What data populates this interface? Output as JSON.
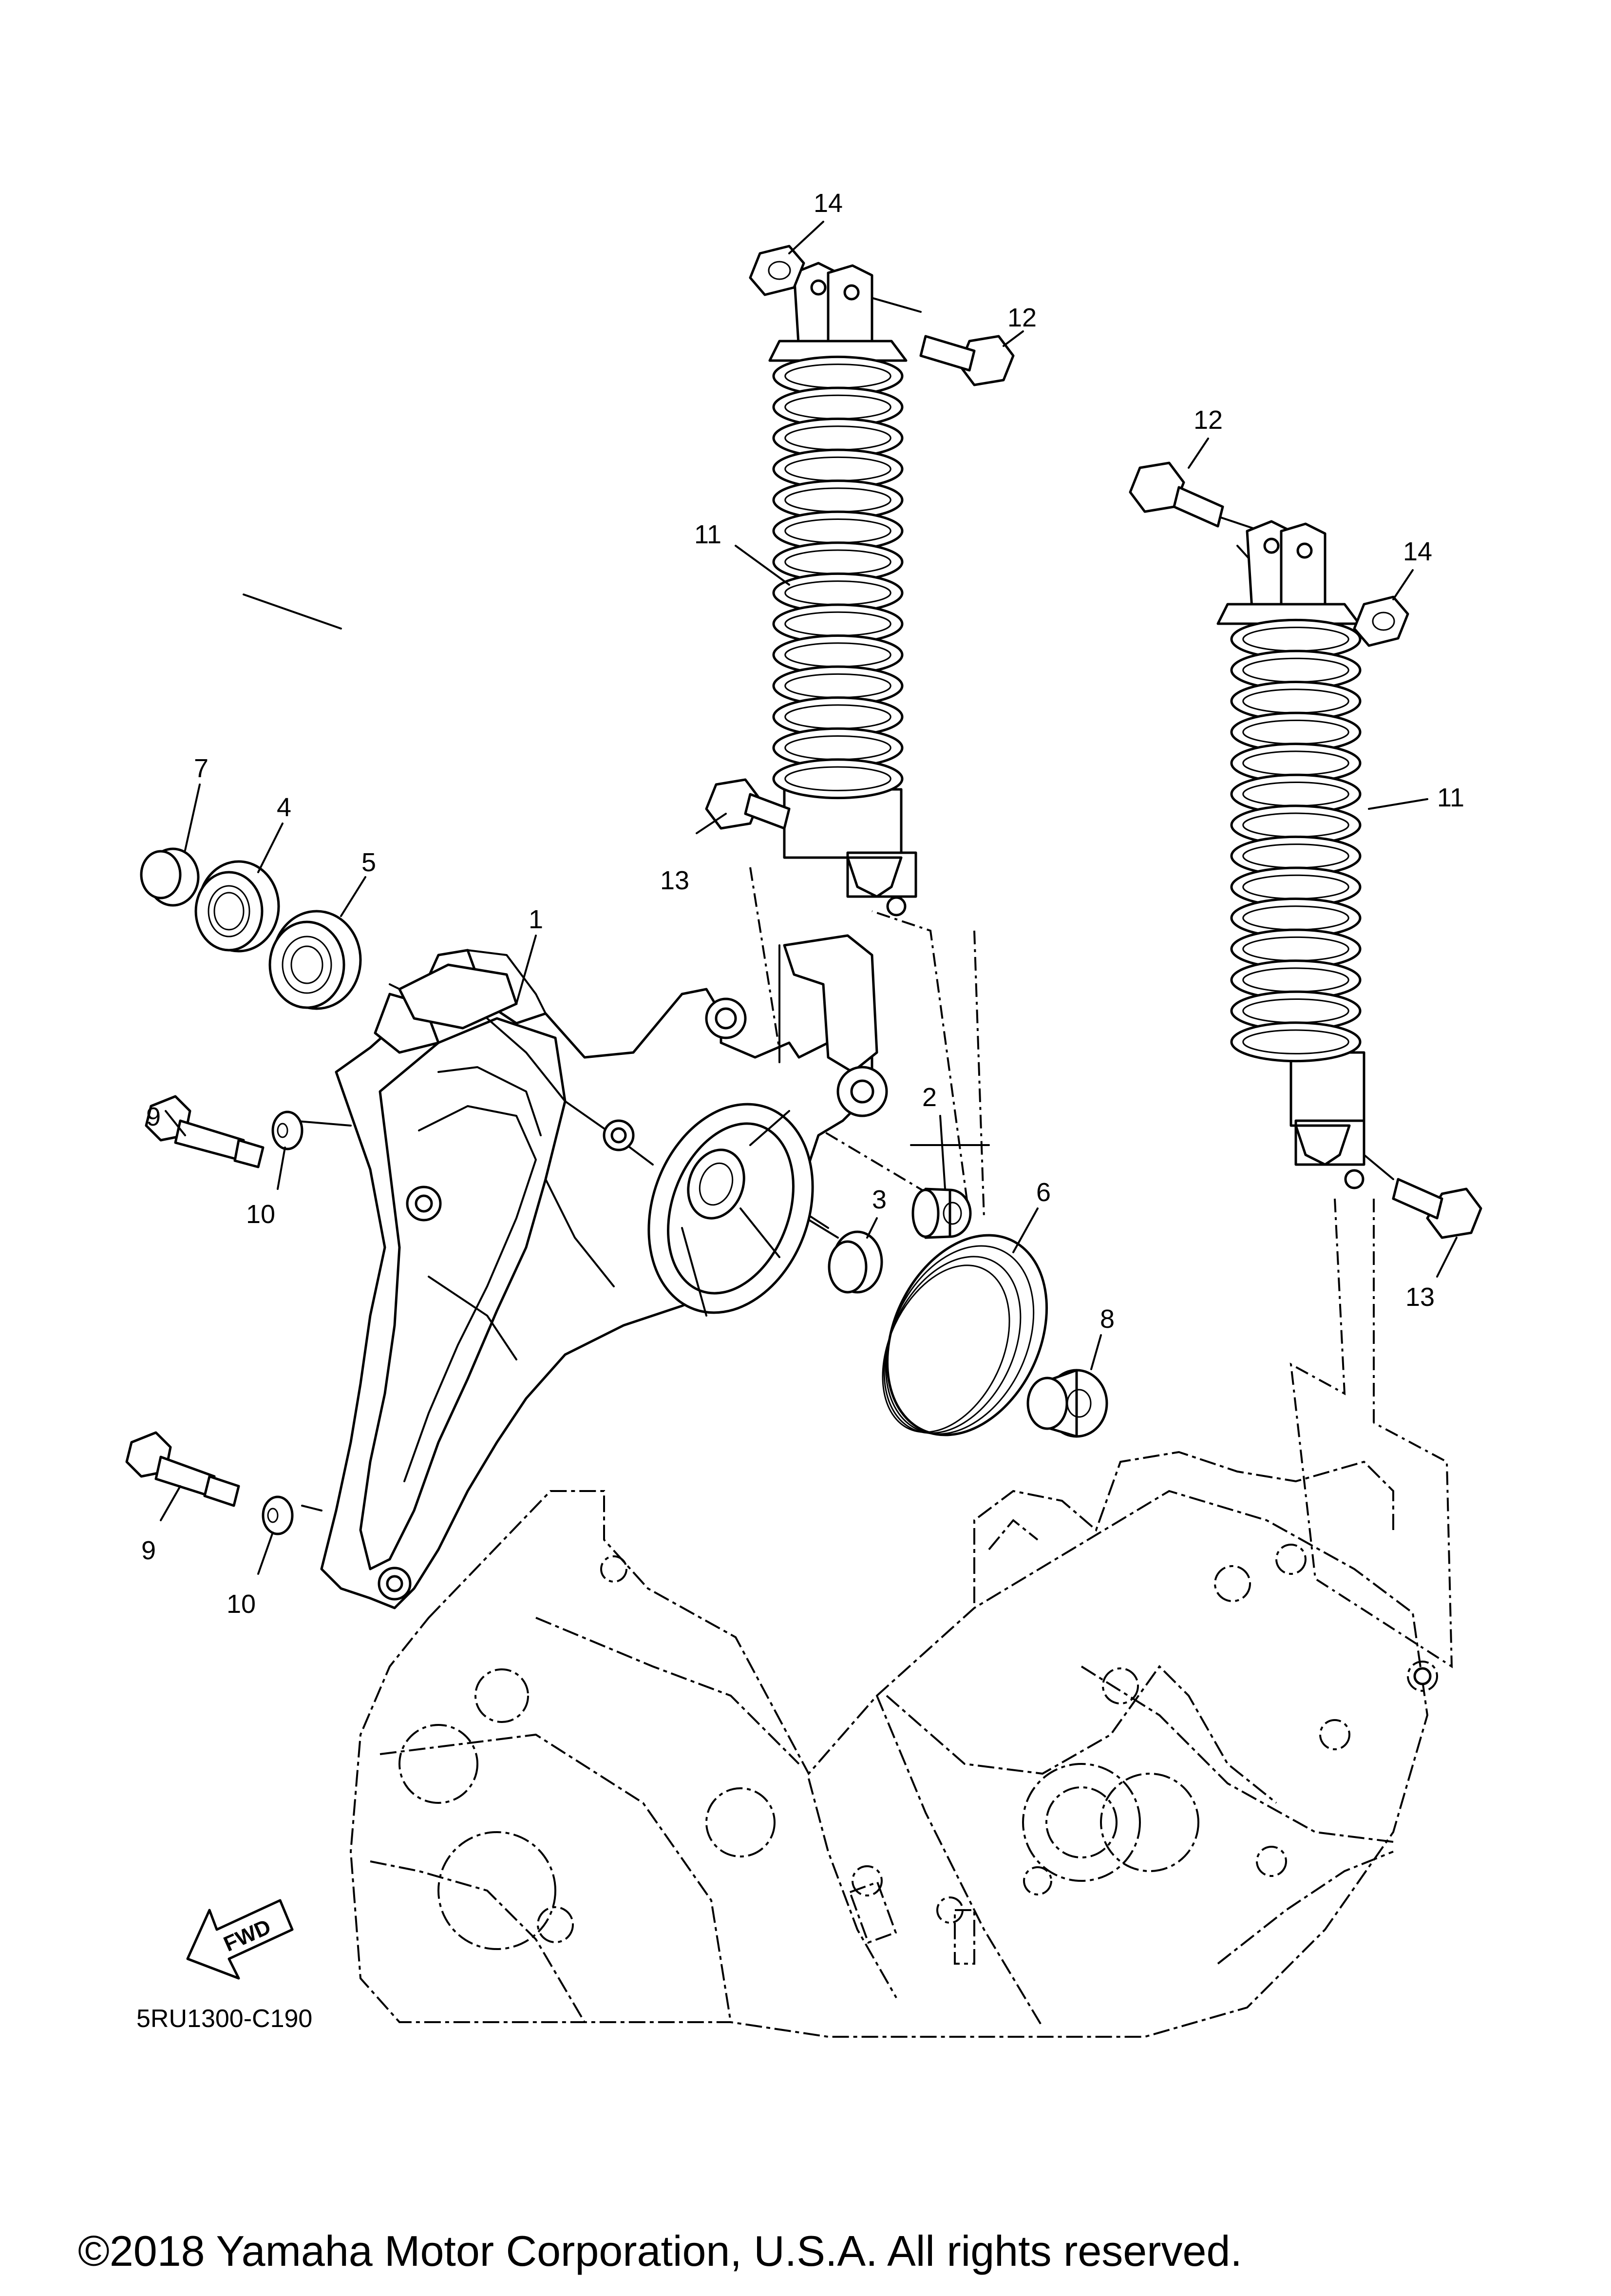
{
  "diagram": {
    "callouts": [
      {
        "id": "c1",
        "label": "1"
      },
      {
        "id": "c2",
        "label": "2"
      },
      {
        "id": "c3",
        "label": "3"
      },
      {
        "id": "c4",
        "label": "4"
      },
      {
        "id": "c5",
        "label": "5"
      },
      {
        "id": "c6",
        "label": "6"
      },
      {
        "id": "c7",
        "label": "7"
      },
      {
        "id": "c8",
        "label": "8"
      },
      {
        "id": "c9a",
        "label": "9"
      },
      {
        "id": "c9b",
        "label": "9"
      },
      {
        "id": "c10a",
        "label": "10"
      },
      {
        "id": "c10b",
        "label": "10"
      },
      {
        "id": "c11a",
        "label": "11"
      },
      {
        "id": "c11b",
        "label": "11"
      },
      {
        "id": "c12a",
        "label": "12"
      },
      {
        "id": "c12b",
        "label": "12"
      },
      {
        "id": "c13a",
        "label": "13"
      },
      {
        "id": "c13b",
        "label": "13"
      },
      {
        "id": "c14a",
        "label": "14"
      },
      {
        "id": "c14b",
        "label": "14"
      }
    ],
    "fwd_label": "FWD",
    "diagram_code": "5RU1300-C190"
  },
  "footer": {
    "copyright": "©2018 Yamaha Motor Corporation, U.S.A. All rights reserved."
  }
}
